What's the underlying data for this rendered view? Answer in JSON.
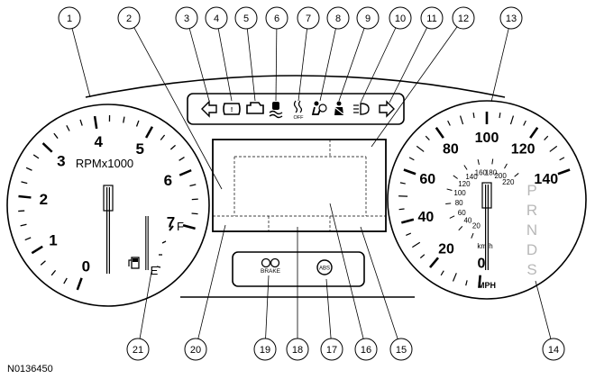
{
  "figure_id": "N0136450",
  "callouts": [
    "1",
    "2",
    "3",
    "4",
    "5",
    "6",
    "7",
    "8",
    "9",
    "10",
    "11",
    "12",
    "13",
    "14",
    "15",
    "16",
    "17",
    "18",
    "19",
    "20",
    "21"
  ],
  "tachometer": {
    "unit_label": "RPMx1000",
    "ticks": [
      "0",
      "1",
      "2",
      "3",
      "4",
      "5",
      "6",
      "7"
    ]
  },
  "fuel_gauge": {
    "full": "F",
    "empty": "E"
  },
  "speedometer": {
    "unit_label": "MPH",
    "mph_ticks": [
      "0",
      "20",
      "40",
      "60",
      "80",
      "100",
      "120",
      "140"
    ],
    "kmh_unit": "km/h",
    "kmh_ticks": [
      "20",
      "40",
      "60",
      "80",
      "100",
      "120",
      "140",
      "160",
      "180",
      "200",
      "220"
    ]
  },
  "gear_indicator": [
    "P",
    "R",
    "N",
    "D",
    "S"
  ],
  "warning_lamps": {
    "traction_off": "OFF",
    "brake": "BRAKE",
    "abs": "ABS"
  },
  "colors": {
    "line": "#000000",
    "gear_letters": "#b8b8b8"
  }
}
